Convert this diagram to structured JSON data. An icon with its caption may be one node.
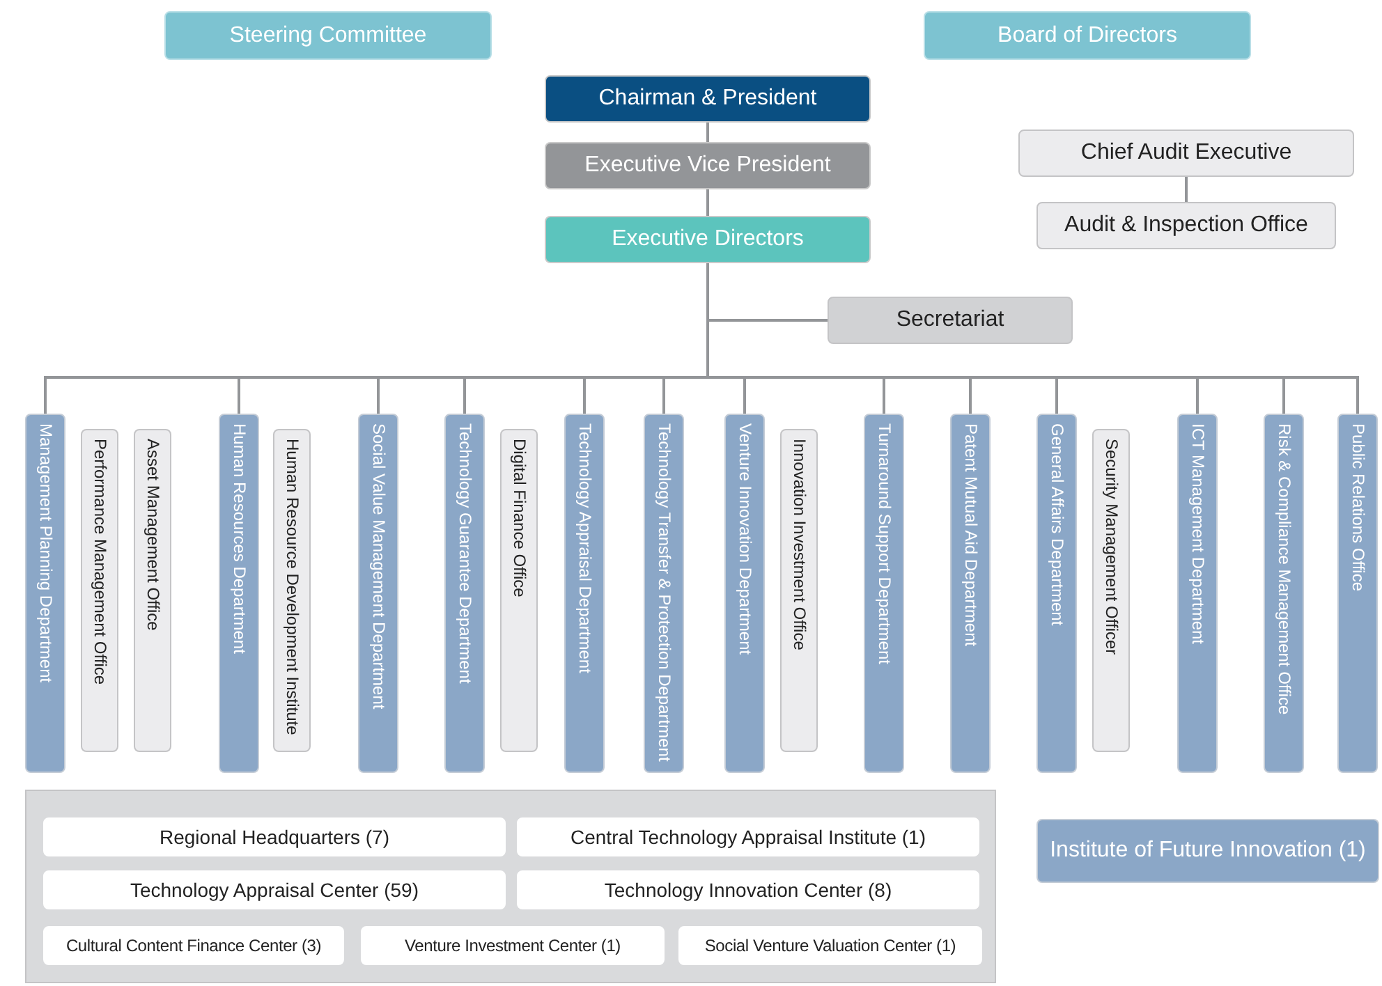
{
  "diagram": {
    "nodes": [
      {
        "text": [
          "Steering Committee"
        ]
      },
      {
        "text": [
          "Board of Directors"
        ]
      },
      {
        "text": [
          "Chairman & President"
        ]
      },
      {
        "text": [
          "Executive Vice President"
        ]
      },
      {
        "text": [
          "Executive Directors"
        ]
      },
      {
        "text": [
          "Chief Audit Executive"
        ]
      },
      {
        "text": [
          "Audit & Inspection Office"
        ]
      },
      {
        "text": [
          "Secretariat"
        ]
      },
      {
        "text": [
          "Management Planning Department"
        ]
      },
      {
        "text": [
          "Performance Management Office"
        ]
      },
      {
        "text": [
          "Asset Management Office"
        ]
      },
      {
        "text": [
          "Human Resources Department"
        ]
      },
      {
        "text": [
          "Human Resource Development Institute"
        ]
      },
      {
        "text": [
          "Social Value Management Department"
        ]
      },
      {
        "text": [
          "Technology Guarantee Department"
        ]
      },
      {
        "text": [
          "Digital Finance Office"
        ]
      },
      {
        "text": [
          "Technology Appraisal Department"
        ]
      },
      {
        "text": [
          "Technology Transfer & Protection Department"
        ]
      },
      {
        "text": [
          "Venture Innovation Department"
        ]
      },
      {
        "text": [
          "Innovation Investment Office"
        ]
      },
      {
        "text": [
          "Turnaround Support Department"
        ]
      },
      {
        "text": [
          "Patent Mutual Aid Department"
        ]
      },
      {
        "text": [
          "General Affairs Department"
        ]
      },
      {
        "text": [
          "Security Management Officer"
        ]
      },
      {
        "text": [
          "ICT Management Department"
        ]
      },
      {
        "text": [
          "Risk & Compliance Management Office"
        ]
      },
      {
        "text": [
          "Public Relations Office"
        ]
      },
      {
        "text": [],
        "shape": "box"
      },
      {
        "text": [
          "Regional Headquarters (7)"
        ],
        "in": 27
      },
      {
        "text": [
          "Central Technology Appraisal Institute (1)"
        ],
        "in": 27
      },
      {
        "text": [
          "Technology Appraisal Center (59)"
        ],
        "in": 27
      },
      {
        "text": [
          "Technology Innovation Center (8)"
        ],
        "in": 27
      },
      {
        "text": [
          "Cultural Content Finance Center (3)"
        ],
        "in": 27
      },
      {
        "text": [
          "Venture Investment Center (1)"
        ],
        "in": 27
      },
      {
        "text": [
          "Social Venture Valuation Center (1)"
        ],
        "in": 27
      },
      {
        "text": [
          "Institute of Future Innovation (1)"
        ]
      }
    ],
    "edges": [
      {
        "from": 2,
        "to": 3,
        "arrow": "none"
      },
      {
        "from": 3,
        "to": 4,
        "arrow": "none"
      },
      {
        "from": 5,
        "to": 6,
        "arrow": "none"
      },
      {
        "from": 4,
        "to": 7,
        "arrow": "none"
      },
      {
        "from": 4,
        "to": 8,
        "arrow": "none"
      },
      {
        "from": 4,
        "to": 11,
        "arrow": "none"
      },
      {
        "from": 4,
        "to": 13,
        "arrow": "none"
      },
      {
        "from": 4,
        "to": 14,
        "arrow": "none"
      },
      {
        "from": 4,
        "to": 16,
        "arrow": "none"
      },
      {
        "from": 4,
        "to": 17,
        "arrow": "none"
      },
      {
        "from": 4,
        "to": 18,
        "arrow": "none"
      },
      {
        "from": 4,
        "to": 20,
        "arrow": "none"
      },
      {
        "from": 4,
        "to": 21,
        "arrow": "none"
      },
      {
        "from": 4,
        "to": 22,
        "arrow": "none"
      },
      {
        "from": 4,
        "to": 24,
        "arrow": "none"
      },
      {
        "from": 4,
        "to": 25,
        "arrow": "none"
      },
      {
        "from": 4,
        "to": 26,
        "arrow": "none"
      }
    ]
  }
}
